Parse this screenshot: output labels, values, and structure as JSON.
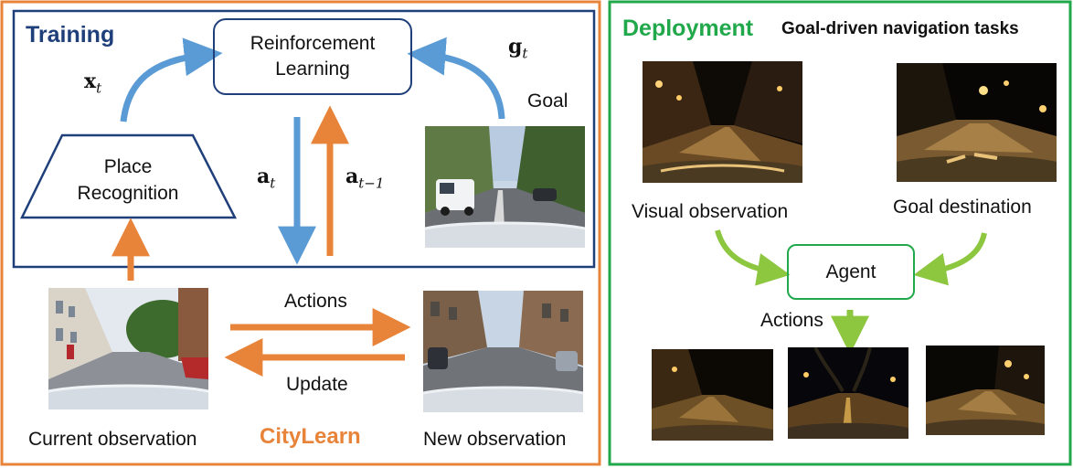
{
  "training": {
    "title": "Training",
    "rl_label_line1": "Reinforcement",
    "rl_label_line2": "Learning",
    "place_line1": "Place",
    "place_line2": "Recognition",
    "goal_label": "Goal",
    "x_symbol": "x",
    "x_sub": "t",
    "g_symbol": "g",
    "g_sub": "t",
    "a_symbol": "a",
    "a_sub": "t",
    "a_prev_symbol": "a",
    "a_prev_sub": "t−1"
  },
  "citylearn": {
    "title": "CityLearn",
    "current_observation": "Current observation",
    "new_observation": "New observation",
    "actions": "Actions",
    "update": "Update"
  },
  "deployment": {
    "title": "Deployment",
    "subtitle": "Goal-driven navigation tasks",
    "visual_observation": "Visual observation",
    "goal_destination": "Goal destination",
    "agent": "Agent",
    "actions": "Actions"
  },
  "colors": {
    "orange": "#e8843a",
    "navy": "#1f3f7a",
    "green": "#21a84b",
    "blue_arrow": "#5b9bd5",
    "green_arrow": "#8dc63f"
  }
}
